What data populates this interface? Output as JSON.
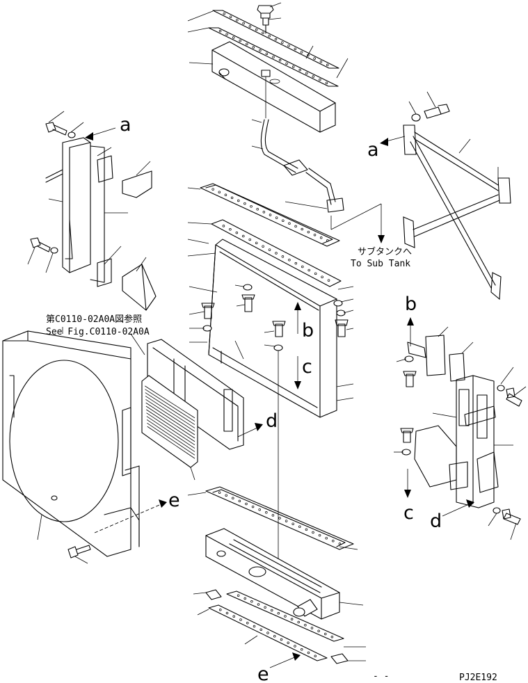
{
  "labels": {
    "a": "a",
    "b": "b",
    "c": "c",
    "d": "d",
    "e": "e"
  },
  "notes": {
    "sub_tank_jp": "サブタンクへ",
    "sub_tank_en": "To Sub Tank",
    "ref_jp": "第C0110-02A0A図参照",
    "ref_en": "See Fig.C0110-02A0A",
    "figure_code": "PJ2E192",
    "dash_mark": "- -"
  }
}
